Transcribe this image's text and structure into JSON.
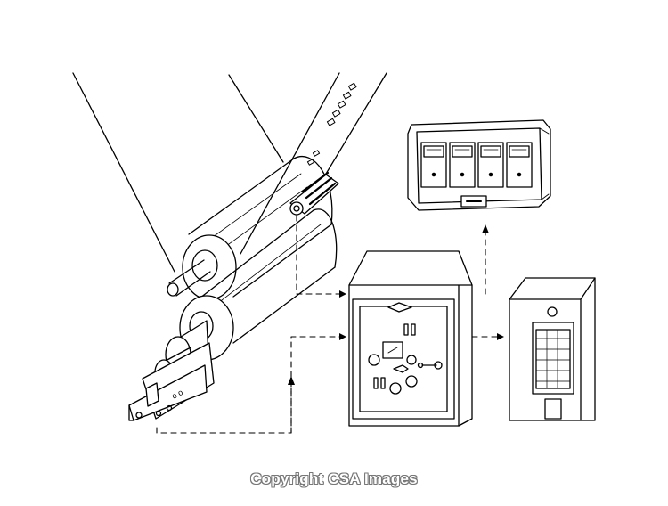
{
  "figure": {
    "kind": "line-art technical illustration",
    "line_color": "#000000",
    "background_color": "#ffffff",
    "connector_style": "dashed"
  },
  "components": [
    "rollers",
    "sensor-head",
    "shaft-pickup",
    "display-unit",
    "control-cabinet",
    "recorder-unit"
  ],
  "watermark": {
    "text": "Copyright CSA Images",
    "color": "#777777"
  }
}
